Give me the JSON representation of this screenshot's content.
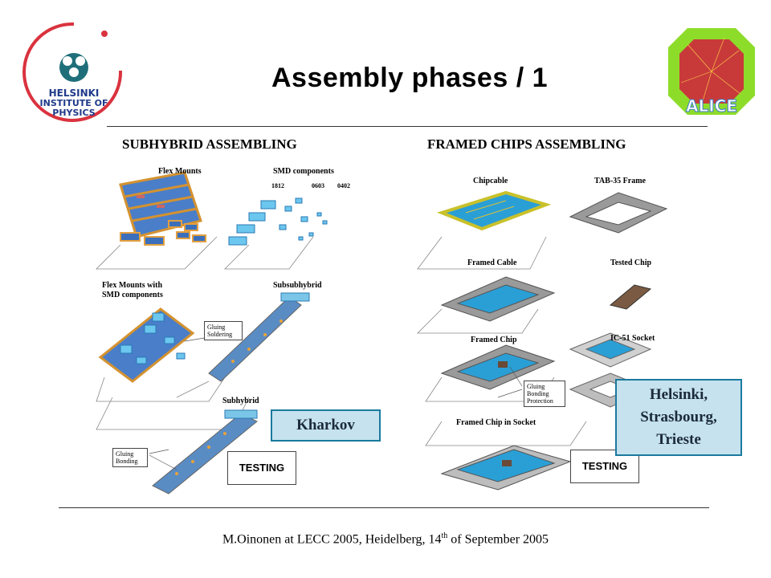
{
  "title": "Assembly  phases / 1",
  "footer": {
    "text": "M.Oinonen at LECC 2005, Heidelberg, 14",
    "sup": "th",
    "rest": " of September 2005"
  },
  "logo_left": {
    "lines": [
      "HELSINKI",
      "INSTITUTE OF",
      "PHYSICS"
    ]
  },
  "logo_right": {
    "text": "ALICE"
  },
  "left": {
    "heading": "SUBHYBRID ASSEMBLING",
    "flex_mounts": "Flex Mounts",
    "smd_components": "SMD components",
    "sizes": [
      "1812",
      "0603",
      "0402"
    ],
    "flex_mounts_smd": [
      "Flex Mounts  with",
      "SMD components"
    ],
    "subsubhybrid": "Subsubhybrid",
    "gluing_soldering": [
      "Gluing",
      "Soldering"
    ],
    "subhybrid": "Subhybrid",
    "gluing_bonding": [
      "Gluing",
      "Bonding"
    ],
    "testing": "TESTING"
  },
  "right": {
    "heading": "FRAMED CHIPS ASSEMBLING",
    "chipcable": "Chipcable",
    "tab_frame": "TAB-35 Frame",
    "framed_cable": "Framed Cable",
    "tested_chip": "Tested Chip",
    "framed_chip": "Framed Chip",
    "ic_socket": "IC-51 Socket",
    "gluing_bonding_protection": [
      "Gluing",
      "Bonding",
      "Protection"
    ],
    "framed_chip_socket": "Framed Chip in Socket",
    "testing": "TESTING"
  },
  "callouts": {
    "kharkov": "Kharkov",
    "helsinki": [
      "Helsinki,",
      "Strasbourg,",
      "Trieste"
    ]
  },
  "colors": {
    "callout_bg": "#c5e2ee",
    "callout_border": "#1a7a9e",
    "chip_blue": "#2aa8e0",
    "flex_orange": "#e8a23a",
    "frame_gray": "#9a9a9a"
  }
}
